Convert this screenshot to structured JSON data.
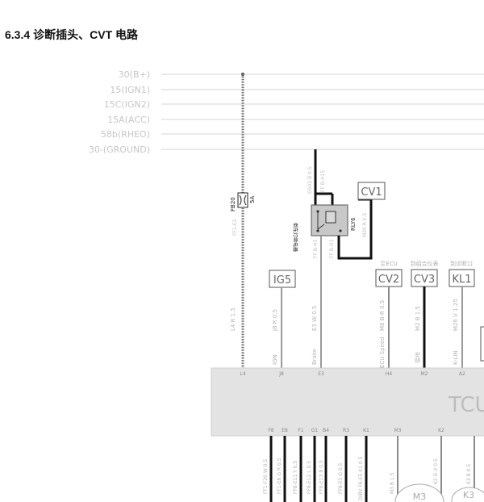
{
  "section": {
    "number": "6.3.4",
    "title": "诊断插头、CVT 电路"
  },
  "bus_lines": [
    {
      "label": "30(B+)"
    },
    {
      "label": "15(IGN1)"
    },
    {
      "label": "15C(IGN2)"
    },
    {
      "label": "15A(ACC)"
    },
    {
      "label": "58b(RHEO)"
    },
    {
      "label": "30-(GROUND)"
    }
  ],
  "fuse": {
    "name": "FB20",
    "rating": "5A",
    "wire_label": "FF1-E2"
  },
  "relay": {
    "name": "RLY6",
    "desc": "倒车灯继电器",
    "wire_top": "G502 B 0.5",
    "wire_top2": "FF B-H15",
    "wire_right": "M20 R 0.5",
    "pin_bottom_left": "FF B-H5",
    "pin_bottom_right": "FF B-H3"
  },
  "connectors": [
    {
      "name": "CV1",
      "caption": ""
    },
    {
      "name": "IG5",
      "caption": ""
    },
    {
      "name": "CV2",
      "caption": "至ECU"
    },
    {
      "name": "CV3",
      "caption": "到组合仪表"
    },
    {
      "name": "KL1",
      "caption": "到诊断口"
    }
  ],
  "wires_vertical": [
    {
      "label": "L4 R 1.5"
    },
    {
      "label": "J8 R 0.5"
    },
    {
      "label": "E3 W 0.5"
    },
    {
      "label": "M8 B-R 0.5"
    },
    {
      "label": "M2 B 1.5"
    },
    {
      "label": "M26 V 1.25"
    }
  ],
  "signals": [
    {
      "label": "IGN"
    },
    {
      "label": "Brake"
    },
    {
      "label": "ECU Speed"
    },
    {
      "label": "接地"
    },
    {
      "label": "K-LIN"
    }
  ],
  "tcu": {
    "name": "TCU",
    "pins_top": [
      "L4",
      "J8",
      "E3",
      "H4",
      "M2",
      "A2"
    ],
    "pins_bottom": [
      "F8",
      "E8",
      "F1",
      "G1",
      "B4",
      "R3",
      "K1",
      "M3",
      "K2"
    ]
  },
  "lower_wires": [
    {
      "label": "FF1-F20 W 0.5"
    },
    {
      "label": "FF1-E6 G R 0.5"
    },
    {
      "label": "FF8-E11 Y 0.5"
    },
    {
      "label": "FF8-E12 L 0.5"
    },
    {
      "label": "FF8-E13 B 0.5"
    },
    {
      "label": "FF8-E5 G 0.5"
    },
    {
      "label": "DIBV F8-E5 K1 0.5"
    },
    {
      "label": "M3 B 1.5"
    },
    {
      "label": "K2 G V 0.5"
    },
    {
      "label": "K3 B 0.5"
    }
  ],
  "bottom_connectors": [
    {
      "name": "M3"
    },
    {
      "name": "K3"
    }
  ],
  "colors": {
    "bus_text": "#c6c6c6",
    "bus_line": "#d4d4d4",
    "wire_dark": "#1a1a1a",
    "wire_gray": "#8a8a8a",
    "relay_fill": "#c8c8c8",
    "tcu_fill": "#e3e3e3",
    "tcu_text": "#bdbdbd",
    "caption_text": "#b0b0b0"
  }
}
